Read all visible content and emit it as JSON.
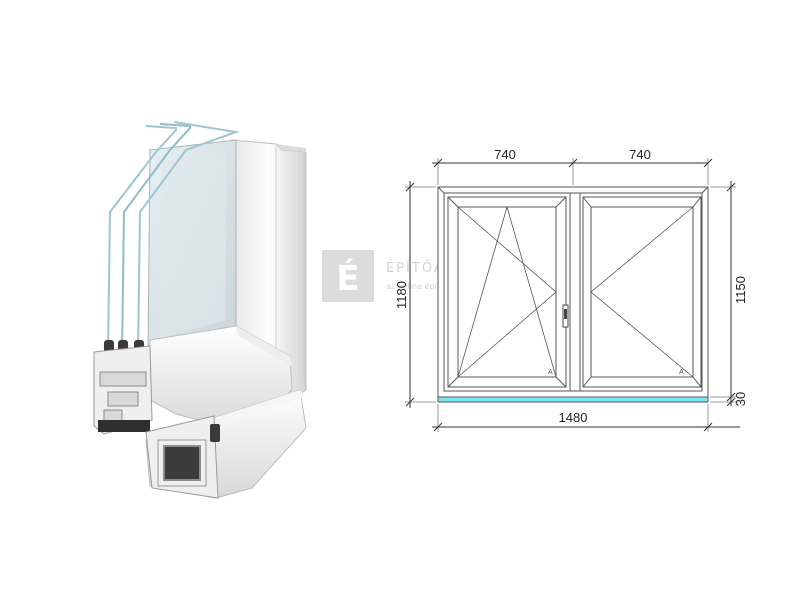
{
  "colors": {
    "frame_line": "#555555",
    "glass_sill": "#7fe4ef",
    "profile_white": "#f4f4f4",
    "profile_shadow": "#c9c9c9",
    "gasket": "#3a3a3a",
    "gold_strip": "#c9a85a",
    "watermark_box": "#dcdcdc"
  },
  "watermark": {
    "logo_letter": "É",
    "brand": "ÉPÍTŐANYAG.HU",
    "tagline": "az online építőanyag kereskedés"
  },
  "profile": {
    "icon": "window-profile-cross-section-icon",
    "glazing": "triple"
  },
  "diagram": {
    "dimensions": {
      "sash_left_width": "740",
      "sash_right_width": "740",
      "total_width": "1480",
      "total_height": "1180",
      "frame_height": "1150",
      "sill_height": "30"
    },
    "left_sash": {
      "opening": "tilt-turn",
      "marker": "A"
    },
    "right_sash": {
      "opening": "turn",
      "marker": "A"
    },
    "handle_icon": "window-handle-icon"
  }
}
